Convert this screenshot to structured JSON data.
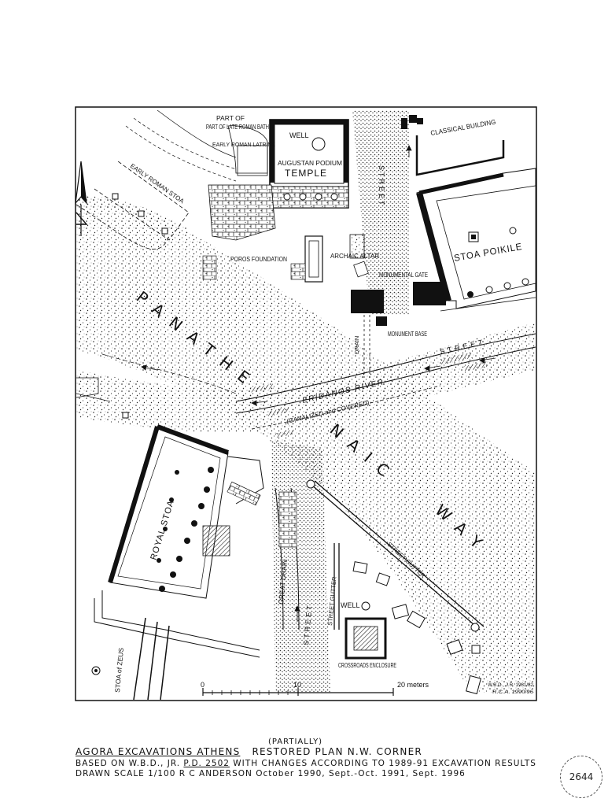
{
  "labels": {
    "late_roman_bath": "PART OF LATE ROMAN BATH",
    "early_roman_latrine": "EARLY ROMAN LATRINE",
    "well_north": "WELL",
    "augustan_podium": "AUGUSTAN PODIUM",
    "temple": "TEMPLE",
    "classical_building": "CLASSICAL BUILDING",
    "early_roman_stoa": "EARLY ROMAN STOA",
    "poros_foundation": "POROS FOUNDATION",
    "archaic_altar": "ARCHAIC ALTAR",
    "stoa_poikile": "STOA POIKILE",
    "monumental_gate": "MONUMENTAL GATE",
    "monument_base": "MONUMENT BASE",
    "drain": "DRAIN",
    "street_upper": "STREET",
    "street_east": "STREET",
    "eridanos": "ERIDANOS RIVER",
    "canalized": "(CANALIZED and COVERED)",
    "panathenaic_a": "PANATHE",
    "panathenaic_b": "NAIC",
    "panathenaic_c": "WAY",
    "royal_stoa": "ROYAL STOA",
    "great_drain": "GREAT DRAIN",
    "street_south": "STREET",
    "street_gutter_1": "STREET GUTTER",
    "street_gutter_2": "STREET GUTTER",
    "well_south": "WELL",
    "crossroads": "CROSSROADS ENCLOSURE",
    "stoa_of_zeus": "STOA of ZEUS"
  },
  "scale_bar": {
    "tick_start": "0",
    "tick_mid": "10",
    "tick_end": "20 meters"
  },
  "credits": {
    "line1": "W.B.D., J.R. 1981/82",
    "line2": "R.C.A. 1990/96"
  },
  "title_block": {
    "partially": "(PARTIALLY)",
    "title_main": "AGORA EXCAVATIONS ATHENS",
    "title_rest": "RESTORED PLAN N.W. CORNER",
    "based_on": "BASED ON W.B.D., JR.",
    "plan_ref": "P.D. 2502",
    "changes": "WITH CHANGES ACCORDING TO 1989-91 EXCAVATION RESULTS",
    "drawn": "DRAWN SCALE 1/100 R C ANDERSON October 1990, Sept.-Oct. 1991, Sept. 1996"
  },
  "stamp_number": "2644"
}
